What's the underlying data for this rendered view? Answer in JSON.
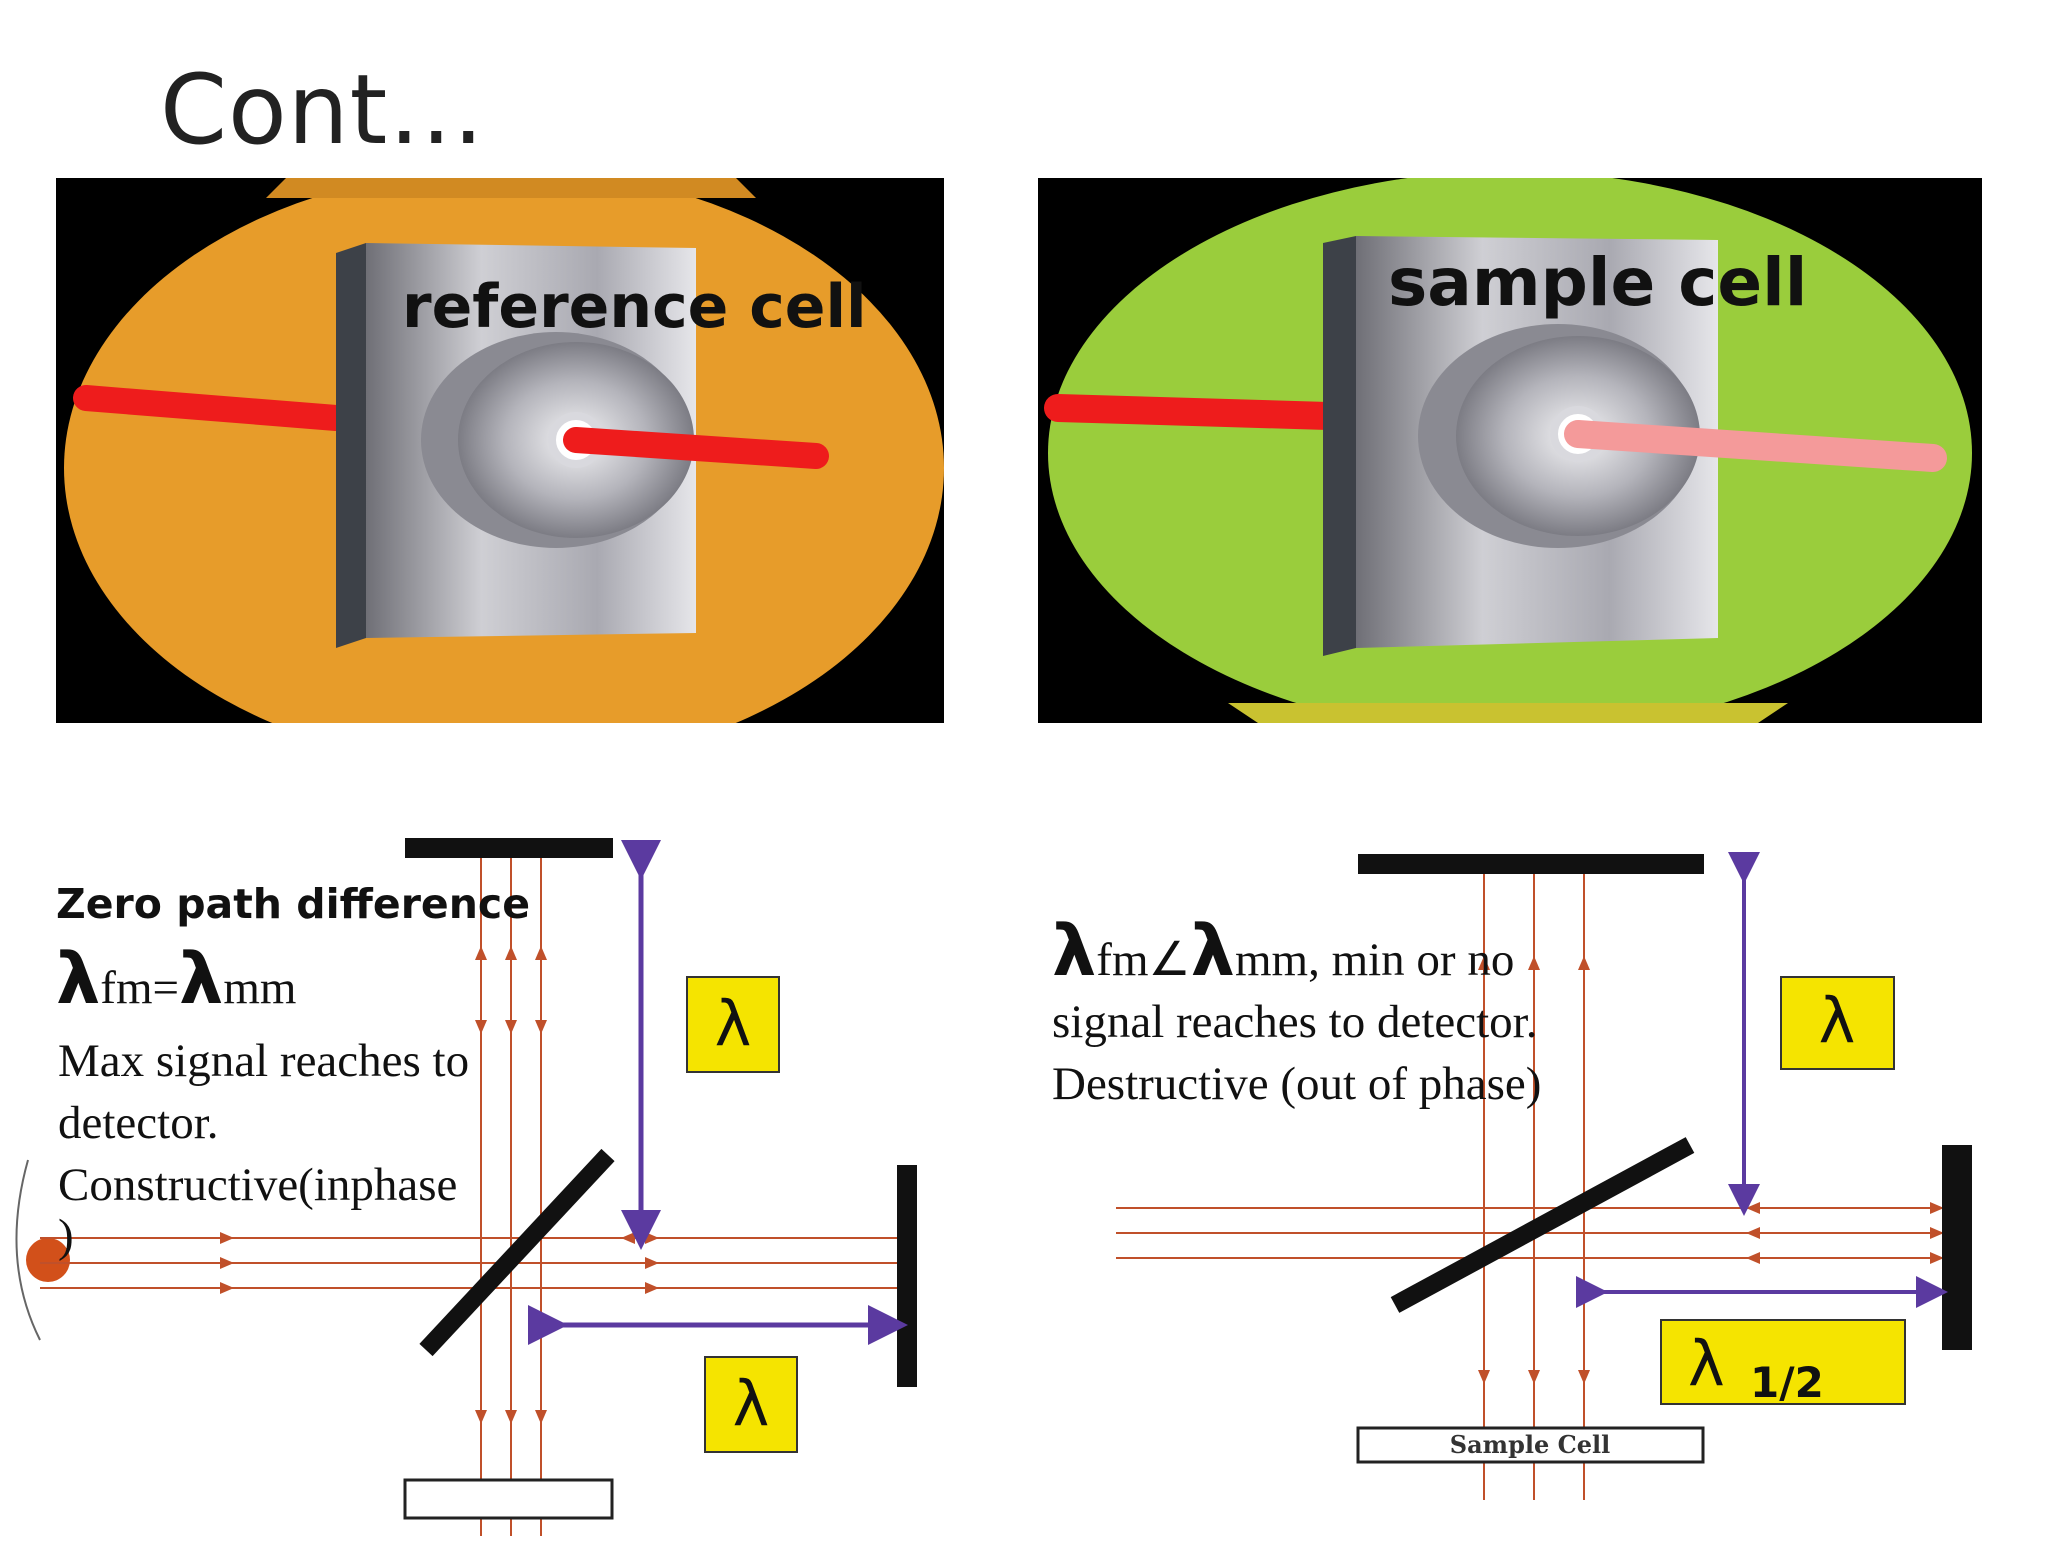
{
  "title": "Cont…",
  "reference_panel": {
    "label": "reference cell"
  },
  "sample_panel": {
    "label": "sample cell"
  },
  "left_note": {
    "heading": "Zero path difference",
    "lambda_symbol": "λ",
    "eq_fm": "fm=",
    "eq_mm": "mm",
    "line1": "Max signal reaches to",
    "line2": "detector.",
    "line3": "Constructive(inphase",
    "line4": ")"
  },
  "right_note": {
    "lambda_symbol": "λ",
    "eq_fm": "fm∠",
    "eq_mm_text": "mm, min or no",
    "line2": "signal reaches to detector.",
    "line3": "Destructive (out of phase)"
  },
  "left_diagram": {
    "vertical_path_label": "λ",
    "horizontal_path_label": "λ"
  },
  "right_diagram": {
    "vertical_path_label": "λ",
    "horizontal_path_label": "λ",
    "half_subscript": "1/2",
    "sample_cell_label": "Sample Cell"
  },
  "colors": {
    "reference_bg": "#e79c2a",
    "sample_bg": "#9acd3c",
    "laser_red": "#ee1c1c",
    "laser_pink": "#f49a9a",
    "beam_line": "#c0502a",
    "path_arrow": "#5b3aa0",
    "label_box": "#f5e400"
  }
}
